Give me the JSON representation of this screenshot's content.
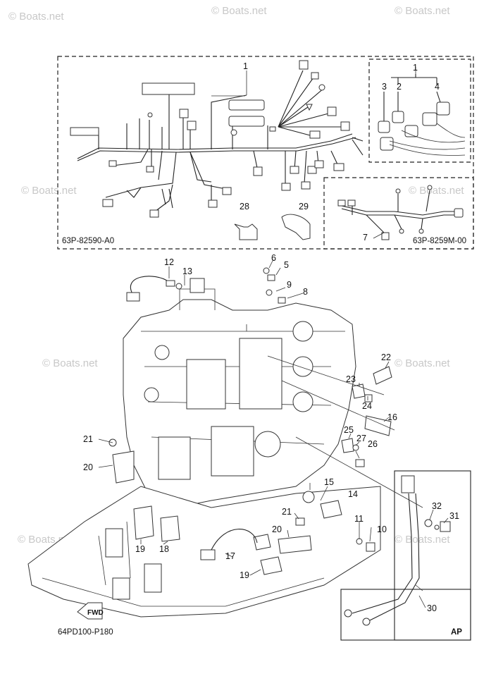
{
  "watermark": "© Boats.net",
  "inset_codes": {
    "main_harness": "63P-82590-A0",
    "sub_harness": "63P-8259M-00",
    "figure": "64PD100-P180"
  },
  "fwd_label": "FWD",
  "ap_label": "AP",
  "callouts": [
    "1",
    "1",
    "2",
    "3",
    "4",
    "5",
    "6",
    "7",
    "8",
    "9",
    "10",
    "11",
    "12",
    "13",
    "14",
    "15",
    "16",
    "17",
    "18",
    "19",
    "19",
    "20",
    "20",
    "21",
    "21",
    "22",
    "23",
    "24",
    "25",
    "26",
    "27",
    "28",
    "29",
    "30",
    "31",
    "32"
  ]
}
